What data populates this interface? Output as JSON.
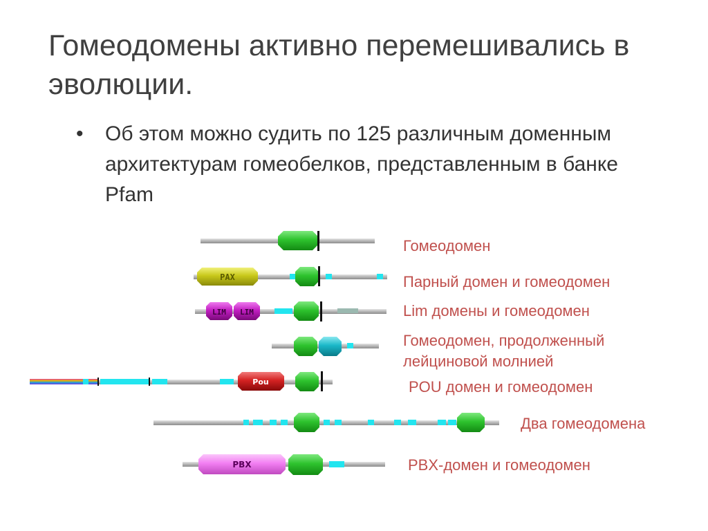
{
  "slide": {
    "title": "Гомеодомены активно перемешивались в эволюции.",
    "bullet": "Об этом можно судить по 125 различным доменным архитектурам гомеобелков, представленным в банке Pfam"
  },
  "colors": {
    "title": "#404040",
    "text": "#333333",
    "label": "#c0504d",
    "homeodomain": "#2ec32e",
    "pax": "#c8c81a",
    "lim": "#c21ec2",
    "pou": "#d42222",
    "pbx": "#f27ff2",
    "leucine_zipper": "#1ab8c8",
    "motif": "#22e5ef",
    "backbone": "#b5b5b5"
  },
  "architectures": [
    {
      "label": "Гомеодомен",
      "domains": [
        "Homeobox"
      ]
    },
    {
      "label": "Парный домен и гомеодомен",
      "domains": [
        "PAX",
        "Homeobox"
      ]
    },
    {
      "label": "Lim домены и гомеодомен",
      "domains": [
        "LIM",
        "LIM",
        "Homeobox"
      ]
    },
    {
      "label": "Гомеодомен, продолженный лейциновой молнией",
      "domains": [
        "Homeobox",
        "Leucine zipper"
      ]
    },
    {
      "label": "POU домен и гомеодомен",
      "domains": [
        "Pou",
        "Homeobox"
      ]
    },
    {
      "label": "Два гомеодомена",
      "domains": [
        "Homeobox",
        "Homeobox"
      ]
    },
    {
      "label": "PBX-домен и гомеодомен",
      "domains": [
        "PBX",
        "Homeobox"
      ]
    }
  ],
  "domain_badges": {
    "pax": "PAX",
    "lim1": "LIM",
    "lim2": "LIM",
    "pou": "Pou",
    "pbx": "PBX"
  }
}
